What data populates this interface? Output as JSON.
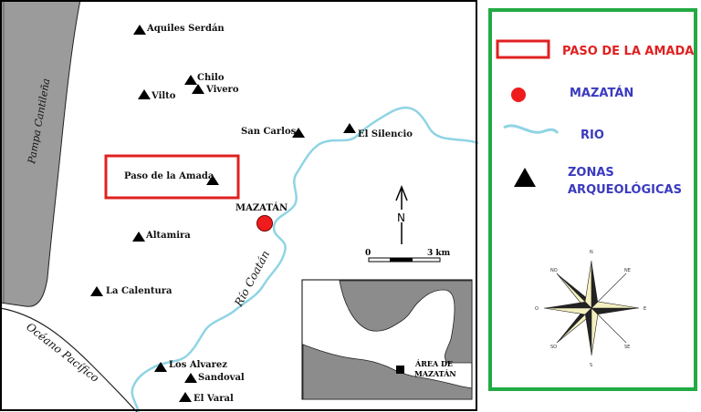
{
  "map": {
    "coast_label": "Pampa Cantileña",
    "ocean_label": "Océano Pacífico",
    "river_label": "Río Coatán",
    "city_label": "MAZATÁN",
    "sites": [
      {
        "name": "Aquiles Serdán"
      },
      {
        "name": "Chilo"
      },
      {
        "name": "Vivero"
      },
      {
        "name": "Vilto"
      },
      {
        "name": "San Carlos"
      },
      {
        "name": "El Silencio"
      },
      {
        "name": "Paso de la Amada"
      },
      {
        "name": "Altamira"
      },
      {
        "name": "La Calentura"
      },
      {
        "name": "Los Alvarez"
      },
      {
        "name": "Sandoval"
      },
      {
        "name": "El Varal"
      }
    ],
    "north_arrow": {
      "label": "N"
    },
    "scale_bar": {
      "start": "0",
      "end": "3 km"
    },
    "inset": {
      "label_line1": "ÁREA DE",
      "label_line2": "MAZATÁN"
    }
  },
  "legend": {
    "items": [
      {
        "label": "PASO DE LA AMADA",
        "color": "#e02020",
        "symbol": "red-rectangle"
      },
      {
        "label": "MAZATÁN",
        "color": "#3a3ac0",
        "symbol": "red-dot"
      },
      {
        "label": "RIO",
        "color": "#3a3ac0",
        "symbol": "river-line"
      },
      {
        "label_line1": "ZONAS",
        "label_line2": "ARQUEOLÓGICAS",
        "color": "#3a3ac0",
        "symbol": "triangle"
      }
    ],
    "compass": {
      "n": "N",
      "ne": "NE",
      "e": "E",
      "se": "SE",
      "s": "S",
      "so": "SO",
      "o": "O",
      "no": "NO"
    }
  },
  "colors": {
    "frame_green": "#22aa44",
    "land_gray": "#9b9b9b",
    "river": "#8fd4e4",
    "highlight_red": "#e02020",
    "city_dot": "#ee1c1c"
  }
}
